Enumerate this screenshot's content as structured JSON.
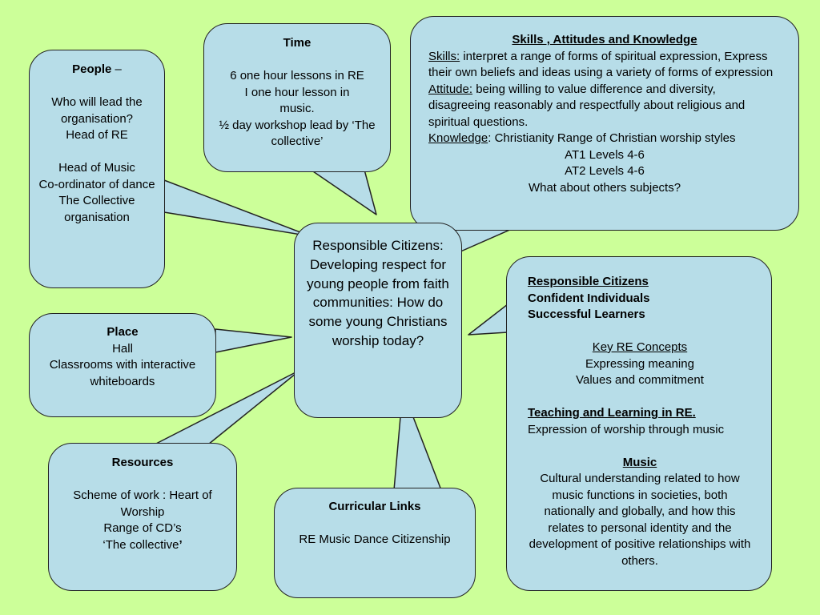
{
  "people": {
    "heading": "People",
    "heading_suffix": " –",
    "lines": [
      "Who will lead the organisation?",
      "Head of RE",
      "",
      "Head of Music",
      "Co-ordinator of dance",
      "The Collective organisation"
    ]
  },
  "time": {
    "heading": "Time",
    "lines": [
      "6 one hour lessons in RE",
      "I one hour lesson in music.",
      "½ day workshop lead by ‘The collective’"
    ]
  },
  "skills": {
    "heading": "Skills , Attitudes and Knowledge",
    "skills_label": "Skills:",
    "skills_text": " interpret a range of forms of spiritual expression, Express their own beliefs and ideas using a variety of forms of expression",
    "attitude_label": "Attitude:",
    "attitude_text": " being willing to value difference and diversity, disagreeing reasonably and respectfully about religious and spiritual questions.",
    "knowledge_label": "Knowledge",
    "knowledge_text": ":  Christianity Range of Christian worship styles",
    "centered_lines": [
      "AT1 Levels 4-6",
      "AT2 Levels 4-6",
      "What about others subjects?"
    ]
  },
  "central": {
    "text": "Responsible Citizens: Developing respect for young people from faith communities: How do some young Christians worship today?"
  },
  "place": {
    "heading": "Place",
    "lines": [
      "Hall",
      "Classrooms with interactive whiteboards"
    ]
  },
  "resources": {
    "heading": "Resources",
    "lines": [
      "Scheme of work : Heart of Worship",
      "Range of CD’s"
    ],
    "last_line_text": "‘The collective",
    "last_line_bold_suffix": "’"
  },
  "curricular": {
    "heading": "Curricular Links",
    "text": "RE Music Dance Citizenship"
  },
  "aims_panel": {
    "aims": [
      "Responsible Citizens",
      "Confident Individuals",
      "Successful Learners"
    ],
    "concepts_heading": "Key RE  Concepts",
    "concepts": [
      "Expressing meaning",
      "Values and commitment"
    ],
    "teaching_heading": "Teaching and Learning in RE.",
    "teaching_text": "Expression of worship through music",
    "music_heading": "Music",
    "music_text": "Cultural understanding related to how music functions in societies, both nationally and globally, and how this relates to personal identity and the development of positive relationships with others."
  },
  "colors": {
    "background": "#ccff99",
    "bubble_fill": "#b7dde8",
    "outline": "#222222"
  }
}
